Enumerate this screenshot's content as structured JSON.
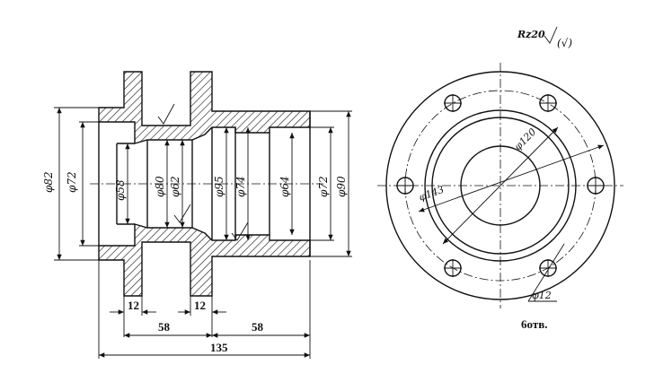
{
  "surface_finish": {
    "symbol": "Rz20",
    "suffix": "(√)"
  },
  "section_view": {
    "diameters": [
      "φ82",
      "φ72",
      "φ58",
      "φ80",
      "φ62",
      "φ95",
      "φ74",
      "φ64",
      "φ72",
      "φ90"
    ],
    "lengths": {
      "flange_1": "12",
      "flange_2": "12",
      "step_1": "58",
      "step_2": "58",
      "overall": "135"
    }
  },
  "end_view": {
    "pitch_circle": "φ120",
    "bolt_circle": "φ143",
    "hole_diameter": "φ12",
    "hole_count": "6отв."
  }
}
